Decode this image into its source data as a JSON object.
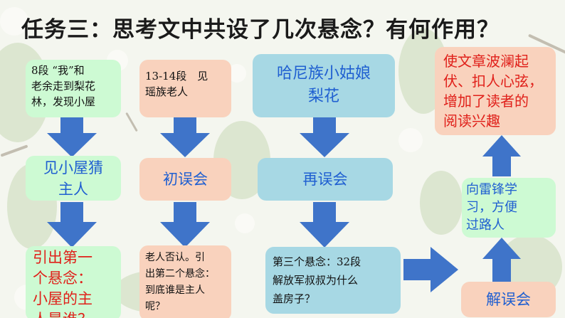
{
  "title": "任务三：思考文中共设了几次悬念？有何作用？",
  "colors": {
    "arrow": "#3f74c9",
    "green_box": "#cdfad3",
    "salmon_box": "#f9d2bd",
    "blue_box": "#a7d8e4",
    "blue_text": "#1f5fd1",
    "red_text": "#e0201a"
  },
  "boxes": {
    "c1_top": "8段 “我”和\n老余走到梨花\n林，发现小屋",
    "c1_mid": "见小屋猜\n主人",
    "c1_bot": "引出第一\n个悬念：\n小屋的主\n人是谁？",
    "c2_top": "13-14段　见\n瑶族老人",
    "c2_mid": "初误会",
    "c2_bot": "老人否认。引\n出第二个悬念：\n到底谁是主人\n呢？",
    "c3_top": "哈尼族小姑娘\n梨花",
    "c3_mid": "再误会",
    "c3_bot": "第三个悬念：32段\n解放军叔叔为什么\n盖房子？",
    "c4_top": "使文章波澜起\n伏、扣人心弦，\n增加了读者的\n阅读兴趣",
    "c4_mid": "向雷锋学\n习，方便\n过路人",
    "c4_bot": "解误会"
  }
}
